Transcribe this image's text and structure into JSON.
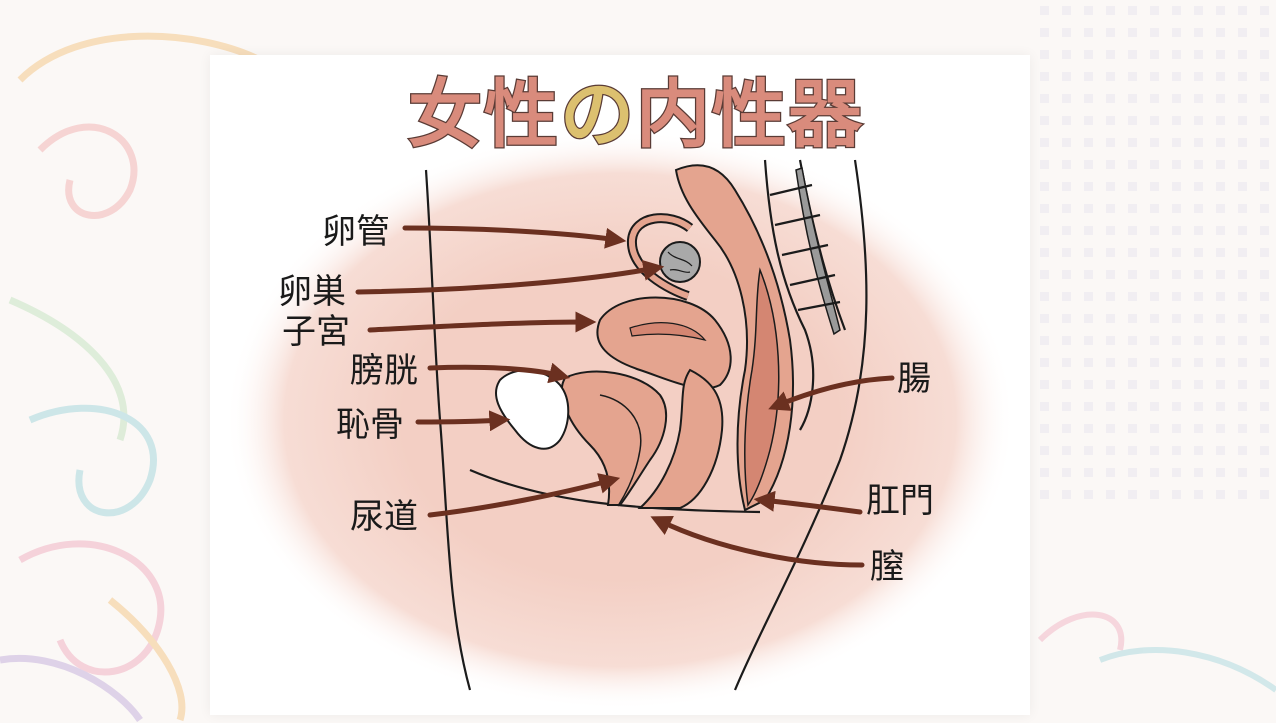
{
  "title": {
    "part1": "女性",
    "part2": "の",
    "part3": "内性器"
  },
  "labels": {
    "fallopian_tube": "卵管",
    "ovary": "卵巣",
    "uterus": "子宮",
    "bladder": "膀胱",
    "pubic_bone": "恥骨",
    "urethra": "尿道",
    "intestine": "腸",
    "anus": "肛門",
    "vagina": "膣"
  },
  "colors": {
    "organ_fill": "#e4a48f",
    "organ_dark": "#d48672",
    "backdrop_pink": "#f3cfc4",
    "arrow": "#6b3020",
    "spine_gray": "#9a9a9a"
  }
}
